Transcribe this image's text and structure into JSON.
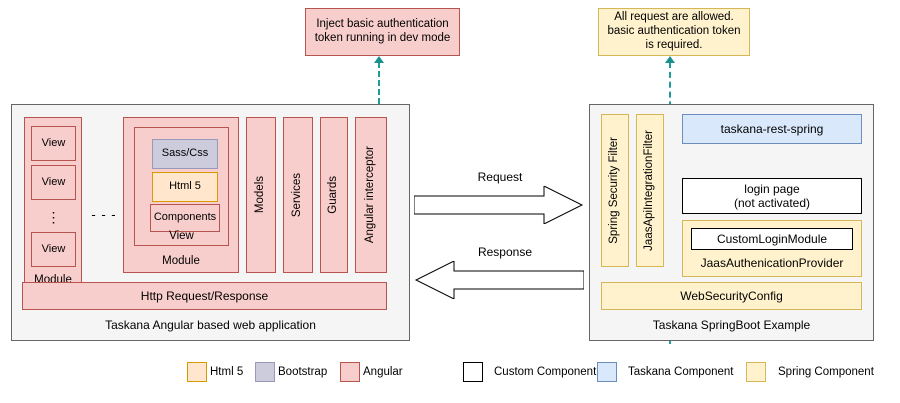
{
  "diagram": {
    "callouts": [
      {
        "id": "angular-callout",
        "text": "Inject basic authentication token running in dev mode",
        "style": "angular"
      },
      {
        "id": "spring-callout",
        "text": "All request are allowed. basic authentication token is required.",
        "style": "spring"
      }
    ],
    "left_container": {
      "caption": "Taskana Angular based web application",
      "module_a": {
        "label": "Module",
        "views": [
          "View",
          "View",
          "View"
        ],
        "ellipsis": "⋮"
      },
      "separator": "- - -",
      "module_b": {
        "label": "Module",
        "view_label": "View",
        "items": [
          {
            "label": "Sass/Css",
            "style": "bootstrap"
          },
          {
            "label": "Html 5",
            "style": "html5"
          },
          {
            "label": "Components",
            "style": "angular"
          }
        ]
      },
      "columns": [
        "Models",
        "Services",
        "Guards",
        "Angular interceptor"
      ],
      "http_bar": "Http Request/Response"
    },
    "arrows": [
      {
        "id": "request-arrow",
        "label": "Request",
        "direction": "right"
      },
      {
        "id": "response-arrow",
        "label": "Response",
        "direction": "left"
      }
    ],
    "right_container": {
      "caption": "Taskana SpringBoot Example",
      "filters": [
        "Spring Security Filter",
        "JaasApiIntegrationFilter"
      ],
      "taskana_rest": "taskana-rest-spring",
      "login_page_line1": "login page",
      "login_page_line2": "(not activated)",
      "jaas_provider": {
        "label": "JaasAuthenicationProvider",
        "inner": "CustomLoginModule"
      },
      "web_security_config": "WebSecurityConfig"
    },
    "legend": {
      "left_group": [
        {
          "label": "Html 5",
          "style": "html5"
        },
        {
          "label": "Bootstrap",
          "style": "bootstrap"
        },
        {
          "label": "Angular",
          "style": "angular"
        }
      ],
      "right_group": [
        {
          "label": "Custom Component",
          "style": "custom"
        },
        {
          "label": "Taskana Component",
          "style": "taskana"
        },
        {
          "label": "Spring Component",
          "style": "spring"
        }
      ]
    },
    "colors": {
      "angular_fill": "#f8cecc",
      "angular_stroke": "#b85450",
      "html5_fill": "#ffe6cc",
      "html5_stroke": "#d79b00",
      "bootstrap_fill": "#ccccdd",
      "bootstrap_stroke": "#9999bb",
      "spring_fill": "#fff2cc",
      "spring_stroke": "#d6b656",
      "taskana_fill": "#dae8fc",
      "taskana_stroke": "#6c8ebf",
      "custom_fill": "#ffffff",
      "custom_stroke": "#000000",
      "container_fill": "#f5f5f5",
      "container_stroke": "#666666",
      "connector": "#1f9b9b"
    }
  }
}
